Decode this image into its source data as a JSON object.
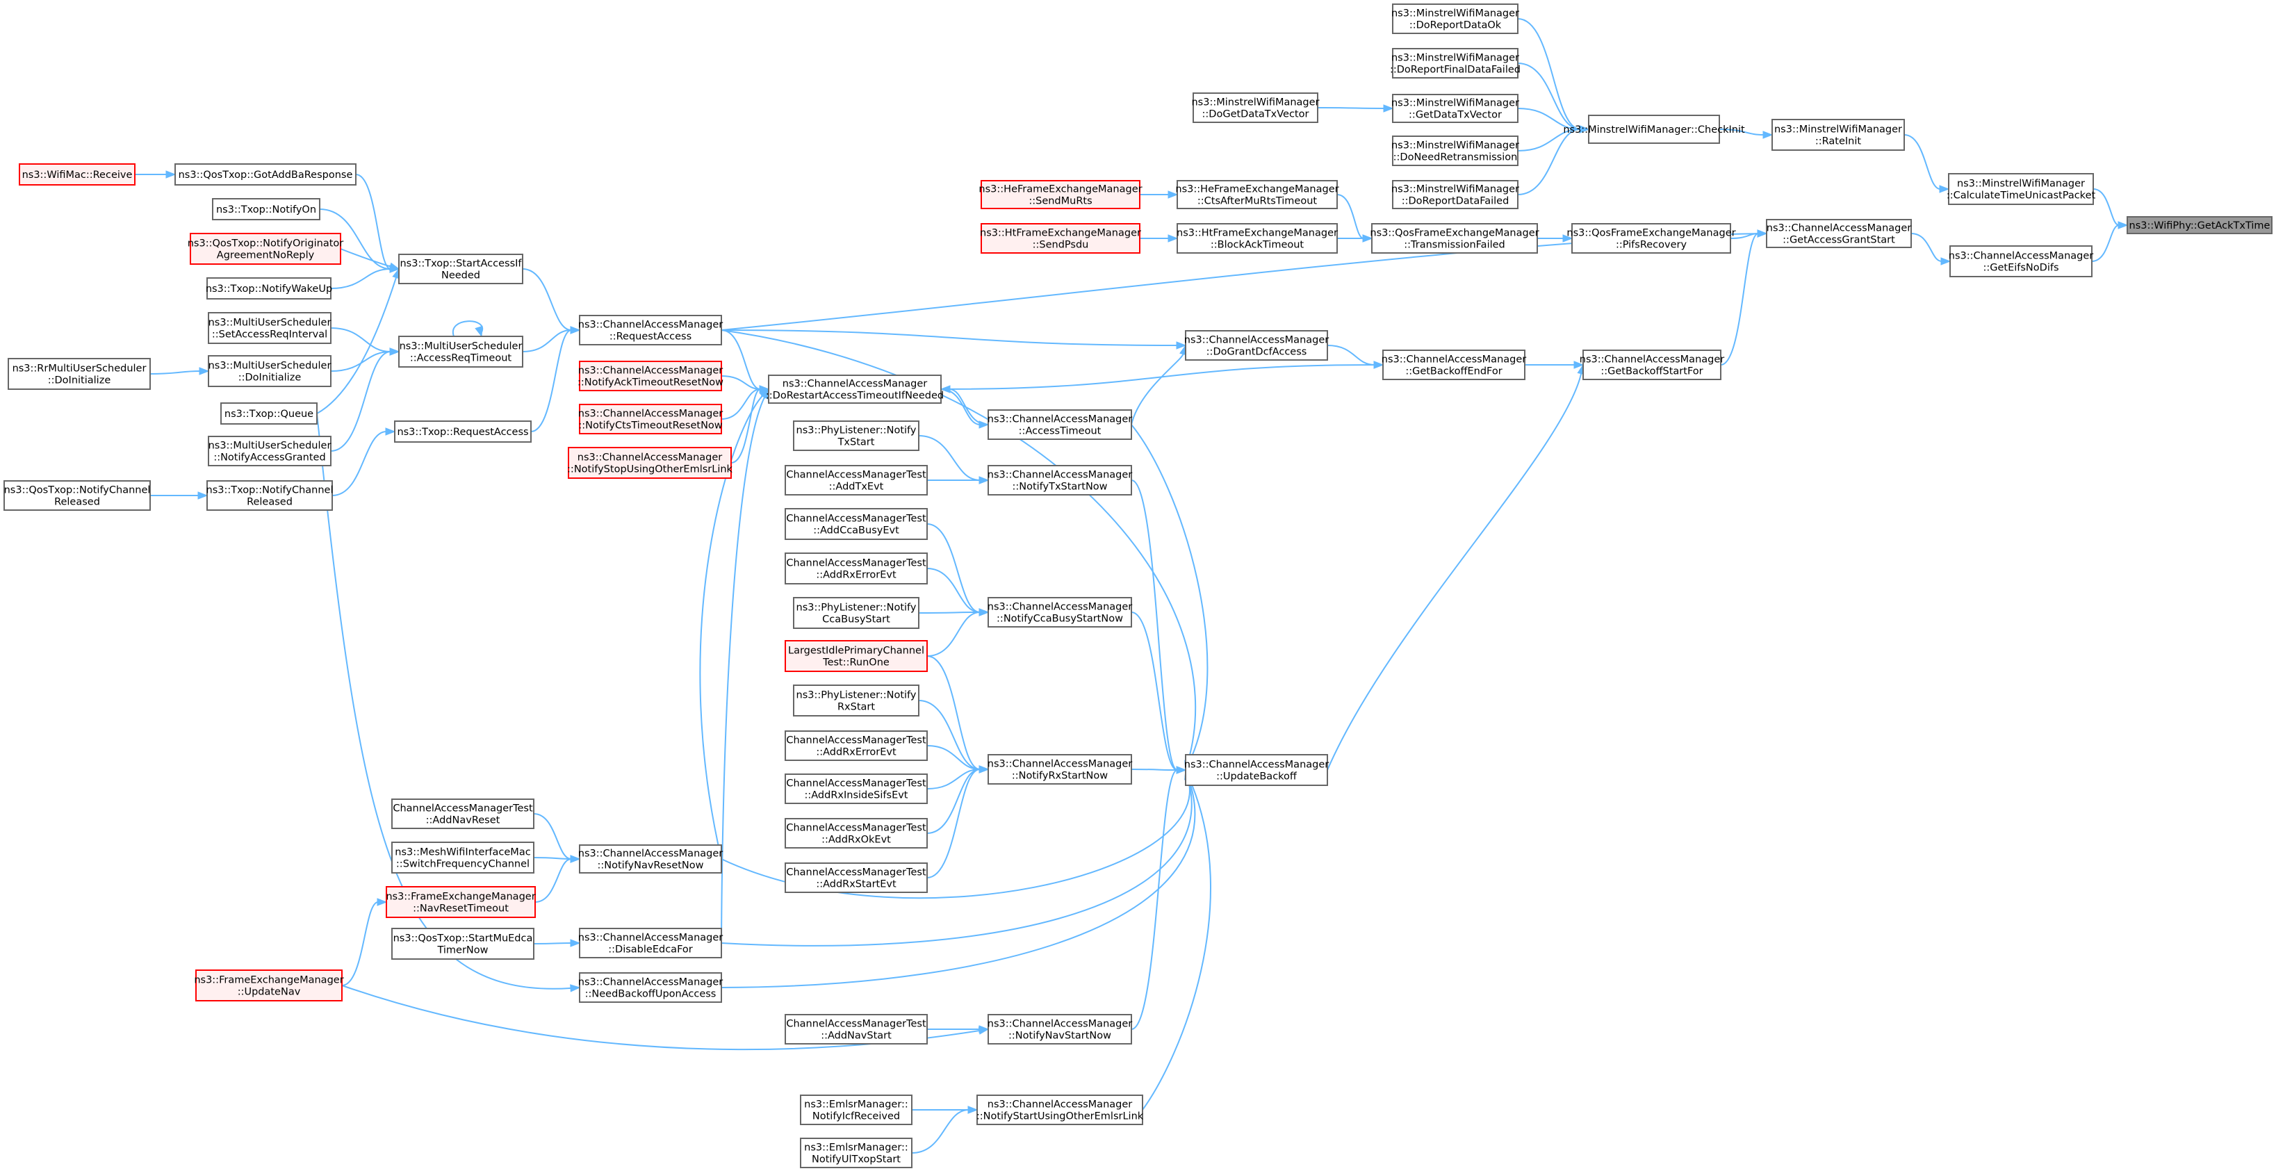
{
  "root_id": "n_getacktxtime",
  "nodes": [
    {
      "id": "n_getacktxtime",
      "lines": [
        "ns3::WifiPhy::GetAckTxTime"
      ],
      "style": "root"
    },
    {
      "id": "n_calctime",
      "lines": [
        "ns3::MinstrelWifiManager",
        "::CalculateTimeUnicastPacket"
      ],
      "style": "normal"
    },
    {
      "id": "n_geteifs",
      "lines": [
        "ns3::ChannelAccessManager",
        "::GetEifsNoDifs"
      ],
      "style": "normal"
    },
    {
      "id": "n_rateinit",
      "lines": [
        "ns3::MinstrelWifiManager",
        "::RateInit"
      ],
      "style": "normal"
    },
    {
      "id": "n_checkinit",
      "lines": [
        "ns3::MinstrelWifiManager::CheckInit"
      ],
      "style": "normal"
    },
    {
      "id": "n_reportdataok",
      "lines": [
        "ns3::MinstrelWifiManager",
        "::DoReportDataOk"
      ],
      "style": "normal"
    },
    {
      "id": "n_reportfinal",
      "lines": [
        "ns3::MinstrelWifiManager",
        "::DoReportFinalDataFailed"
      ],
      "style": "normal"
    },
    {
      "id": "n_getdatatx",
      "lines": [
        "ns3::MinstrelWifiManager",
        "::GetDataTxVector"
      ],
      "style": "normal"
    },
    {
      "id": "n_dogetdatatx",
      "lines": [
        "ns3::MinstrelWifiManager",
        "::DoGetDataTxVector"
      ],
      "style": "normal"
    },
    {
      "id": "n_needretrans",
      "lines": [
        "ns3::MinstrelWifiManager",
        "::DoNeedRetransmission"
      ],
      "style": "normal"
    },
    {
      "id": "n_reportdatafailed",
      "lines": [
        "ns3::MinstrelWifiManager",
        "::DoReportDataFailed"
      ],
      "style": "normal"
    },
    {
      "id": "n_getaccessgrant",
      "lines": [
        "ns3::ChannelAccessManager",
        "::GetAccessGrantStart"
      ],
      "style": "normal"
    },
    {
      "id": "n_getbackoffstart",
      "lines": [
        "ns3::ChannelAccessManager",
        "::GetBackoffStartFor"
      ],
      "style": "normal"
    },
    {
      "id": "n_pifsrecovery",
      "lines": [
        "ns3::QosFrameExchangeManager",
        "::PifsRecovery"
      ],
      "style": "normal"
    },
    {
      "id": "n_transfailed",
      "lines": [
        "ns3::QosFrameExchangeManager",
        "::TransmissionFailed"
      ],
      "style": "normal"
    },
    {
      "id": "n_ctsafter",
      "lines": [
        "ns3::HeFrameExchangeManager",
        "::CtsAfterMuRtsTimeout"
      ],
      "style": "normal"
    },
    {
      "id": "n_blockack",
      "lines": [
        "ns3::HtFrameExchangeManager",
        "::BlockAckTimeout"
      ],
      "style": "normal"
    },
    {
      "id": "n_sendmurts",
      "lines": [
        "ns3::HeFrameExchangeManager",
        "::SendMuRts"
      ],
      "style": "red"
    },
    {
      "id": "n_sendpsdu",
      "lines": [
        "ns3::HtFrameExchangeManager",
        "::SendPsdu"
      ],
      "style": "red"
    },
    {
      "id": "n_getbackoffend",
      "lines": [
        "ns3::ChannelAccessManager",
        "::GetBackoffEndFor"
      ],
      "style": "normal"
    },
    {
      "id": "n_dograntdcf",
      "lines": [
        "ns3::ChannelAccessManager",
        "::DoGrantDcfAccess"
      ],
      "style": "normal"
    },
    {
      "id": "n_updatebackoff",
      "lines": [
        "ns3::ChannelAccessManager",
        "::UpdateBackoff"
      ],
      "style": "normal"
    },
    {
      "id": "n_requestaccess",
      "lines": [
        "ns3::ChannelAccessManager",
        "::RequestAccess"
      ],
      "style": "normal"
    },
    {
      "id": "n_dorestart",
      "lines": [
        "ns3::ChannelAccessManager",
        "::DoRestartAccessTimeoutIfNeeded"
      ],
      "style": "normal"
    },
    {
      "id": "n_accesstimeout",
      "lines": [
        "ns3::ChannelAccessManager",
        "::AccessTimeout"
      ],
      "style": "normal"
    },
    {
      "id": "n_notifytx",
      "lines": [
        "ns3::ChannelAccessManager",
        "::NotifyTxStartNow"
      ],
      "style": "normal"
    },
    {
      "id": "n_notifycca",
      "lines": [
        "ns3::ChannelAccessManager",
        "::NotifyCcaBusyStartNow"
      ],
      "style": "normal"
    },
    {
      "id": "n_notifyrx",
      "lines": [
        "ns3::ChannelAccessManager",
        "::NotifyRxStartNow"
      ],
      "style": "normal"
    },
    {
      "id": "n_notifynavreset",
      "lines": [
        "ns3::ChannelAccessManager",
        "::NotifyNavResetNow"
      ],
      "style": "normal"
    },
    {
      "id": "n_disableedca",
      "lines": [
        "ns3::ChannelAccessManager",
        "::DisableEdcaFor"
      ],
      "style": "normal"
    },
    {
      "id": "n_needbackoff",
      "lines": [
        "ns3::ChannelAccessManager",
        "::NeedBackoffUponAccess"
      ],
      "style": "normal"
    },
    {
      "id": "n_notifynavstart",
      "lines": [
        "ns3::ChannelAccessManager",
        "::NotifyNavStartNow"
      ],
      "style": "normal"
    },
    {
      "id": "n_notifystartemlsr",
      "lines": [
        "ns3::ChannelAccessManager",
        "::NotifyStartUsingOtherEmlsrLink"
      ],
      "style": "normal"
    },
    {
      "id": "n_notifyackreset",
      "lines": [
        "ns3::ChannelAccessManager",
        "::NotifyAckTimeoutResetNow"
      ],
      "style": "red"
    },
    {
      "id": "n_notifyctsreset",
      "lines": [
        "ns3::ChannelAccessManager",
        "::NotifyCtsTimeoutResetNow"
      ],
      "style": "red"
    },
    {
      "id": "n_notifystopemlsr",
      "lines": [
        "ns3::ChannelAccessManager",
        "::NotifyStopUsingOtherEmlsrLink"
      ],
      "style": "red"
    },
    {
      "id": "n_phytxstart",
      "lines": [
        "ns3::PhyListener::Notify",
        "TxStart"
      ],
      "style": "normal"
    },
    {
      "id": "n_addtxevt",
      "lines": [
        "ChannelAccessManagerTest",
        "::AddTxEvt"
      ],
      "style": "normal"
    },
    {
      "id": "n_addccabusy",
      "lines": [
        "ChannelAccessManagerTest",
        "::AddCcaBusyEvt"
      ],
      "style": "normal"
    },
    {
      "id": "n_addrxerror1",
      "lines": [
        "ChannelAccessManagerTest",
        "::AddRxErrorEvt"
      ],
      "style": "normal"
    },
    {
      "id": "n_phyccabusy",
      "lines": [
        "ns3::PhyListener::Notify",
        "CcaBusyStart"
      ],
      "style": "normal"
    },
    {
      "id": "n_largestidle",
      "lines": [
        "LargestIdlePrimaryChannel",
        "Test::RunOne"
      ],
      "style": "red"
    },
    {
      "id": "n_phyrxstart",
      "lines": [
        "ns3::PhyListener::Notify",
        "RxStart"
      ],
      "style": "normal"
    },
    {
      "id": "n_addrxerror2",
      "lines": [
        "ChannelAccessManagerTest",
        "::AddRxErrorEvt"
      ],
      "style": "normal"
    },
    {
      "id": "n_addrxinside",
      "lines": [
        "ChannelAccessManagerTest",
        "::AddRxInsideSifsEvt"
      ],
      "style": "normal"
    },
    {
      "id": "n_addrxok",
      "lines": [
        "ChannelAccessManagerTest",
        "::AddRxOkEvt"
      ],
      "style": "normal"
    },
    {
      "id": "n_addrxstart",
      "lines": [
        "ChannelAccessManagerTest",
        "::AddRxStartEvt"
      ],
      "style": "normal"
    },
    {
      "id": "n_addnavreset",
      "lines": [
        "ChannelAccessManagerTest",
        "::AddNavReset"
      ],
      "style": "normal"
    },
    {
      "id": "n_meshswitch",
      "lines": [
        "ns3::MeshWifiInterfaceMac",
        "::SwitchFrequencyChannel"
      ],
      "style": "normal"
    },
    {
      "id": "n_navresettimeout",
      "lines": [
        "ns3::FrameExchangeManager",
        "::NavResetTimeout"
      ],
      "style": "red"
    },
    {
      "id": "n_startmuedca",
      "lines": [
        "ns3::QosTxop::StartMuEdca",
        "TimerNow"
      ],
      "style": "normal"
    },
    {
      "id": "n_updatenav",
      "lines": [
        "ns3::FrameExchangeManager",
        "::UpdateNav"
      ],
      "style": "red"
    },
    {
      "id": "n_addnavstart",
      "lines": [
        "ChannelAccessManagerTest",
        "::AddNavStart"
      ],
      "style": "normal"
    },
    {
      "id": "n_emlsricf",
      "lines": [
        "ns3::EmlsrManager::",
        "NotifyIcfReceived"
      ],
      "style": "normal"
    },
    {
      "id": "n_emlsrul",
      "lines": [
        "ns3::EmlsrManager::",
        "NotifyUlTxopStart"
      ],
      "style": "normal"
    },
    {
      "id": "n_startaccessif",
      "lines": [
        "ns3::Txop::StartAccessIf",
        "Needed"
      ],
      "style": "normal"
    },
    {
      "id": "n_gotaddba",
      "lines": [
        "ns3::QosTxop::GotAddBaResponse"
      ],
      "style": "normal"
    },
    {
      "id": "n_wifimacreceive",
      "lines": [
        "ns3::WifiMac::Receive"
      ],
      "style": "red"
    },
    {
      "id": "n_notifyon",
      "lines": [
        "ns3::Txop::NotifyOn"
      ],
      "style": "normal"
    },
    {
      "id": "n_notifyorig",
      "lines": [
        "ns3::QosTxop::NotifyOriginator",
        "AgreementNoReply"
      ],
      "style": "red"
    },
    {
      "id": "n_notifywakeup",
      "lines": [
        "ns3::Txop::NotifyWakeUp"
      ],
      "style": "normal"
    },
    {
      "id": "n_accessreqtimeout",
      "lines": [
        "ns3::MultiUserScheduler",
        "::AccessReqTimeout"
      ],
      "style": "normal"
    },
    {
      "id": "n_setaccessreq",
      "lines": [
        "ns3::MultiUserScheduler",
        "::SetAccessReqInterval"
      ],
      "style": "normal"
    },
    {
      "id": "n_doinitialize",
      "lines": [
        "ns3::MultiUserScheduler",
        "::DoInitialize"
      ],
      "style": "normal"
    },
    {
      "id": "n_rrdoinit",
      "lines": [
        "ns3::RrMultiUserScheduler",
        "::DoInitialize"
      ],
      "style": "normal"
    },
    {
      "id": "n_txopqueue",
      "lines": [
        "ns3::Txop::Queue"
      ],
      "style": "normal"
    },
    {
      "id": "n_notifyaccessgranted",
      "lines": [
        "ns3::MultiUserScheduler",
        "::NotifyAccessGranted"
      ],
      "style": "normal"
    },
    {
      "id": "n_txoprequest",
      "lines": [
        "ns3::Txop::RequestAccess"
      ],
      "style": "normal"
    },
    {
      "id": "n_txopnotifychan",
      "lines": [
        "ns3::Txop::NotifyChannel",
        "Released"
      ],
      "style": "normal"
    },
    {
      "id": "n_qostxopnotifychan",
      "lines": [
        "ns3::QosTxop::NotifyChannel",
        "Released"
      ],
      "style": "normal"
    }
  ],
  "edges": [
    [
      "n_calctime",
      "n_getacktxtime"
    ],
    [
      "n_geteifs",
      "n_getacktxtime"
    ],
    [
      "n_rateinit",
      "n_calctime"
    ],
    [
      "n_checkinit",
      "n_rateinit"
    ],
    [
      "n_reportdataok",
      "n_checkinit"
    ],
    [
      "n_reportfinal",
      "n_checkinit"
    ],
    [
      "n_getdatatx",
      "n_checkinit"
    ],
    [
      "n_needretrans",
      "n_checkinit"
    ],
    [
      "n_reportdatafailed",
      "n_checkinit"
    ],
    [
      "n_dogetdatatx",
      "n_getdatatx"
    ],
    [
      "n_getaccessgrant",
      "n_geteifs"
    ],
    [
      "n_pifsrecovery",
      "n_getaccessgrant"
    ],
    [
      "n_getbackoffstart",
      "n_getaccessgrant"
    ],
    [
      "n_requestaccess",
      "n_getaccessgrant"
    ],
    [
      "n_transfailed",
      "n_pifsrecovery"
    ],
    [
      "n_ctsafter",
      "n_transfailed"
    ],
    [
      "n_blockack",
      "n_transfailed"
    ],
    [
      "n_sendmurts",
      "n_ctsafter"
    ],
    [
      "n_sendpsdu",
      "n_blockack"
    ],
    [
      "n_getbackoffend",
      "n_getbackoffstart"
    ],
    [
      "n_updatebackoff",
      "n_getbackoffstart"
    ],
    [
      "n_dograntdcf",
      "n_getbackoffend"
    ],
    [
      "n_dorestart",
      "n_getbackoffend"
    ],
    [
      "n_accesstimeout",
      "n_dograntdcf"
    ],
    [
      "n_requestaccess",
      "n_dograntdcf"
    ],
    [
      "n_accesstimeout",
      "n_dorestart"
    ],
    [
      "n_requestaccess",
      "n_dorestart"
    ],
    [
      "n_notifyackreset",
      "n_dorestart"
    ],
    [
      "n_notifyctsreset",
      "n_dorestart"
    ],
    [
      "n_notifystopemlsr",
      "n_dorestart"
    ],
    [
      "n_notifynavreset",
      "n_dorestart"
    ],
    [
      "n_disableedca",
      "n_dorestart"
    ],
    [
      "n_dorestart",
      "n_accesstimeout"
    ],
    [
      "n_notifytx",
      "n_updatebackoff"
    ],
    [
      "n_notifycca",
      "n_updatebackoff"
    ],
    [
      "n_notifyrx",
      "n_updatebackoff"
    ],
    [
      "n_accesstimeout",
      "n_updatebackoff"
    ],
    [
      "n_requestaccess",
      "n_updatebackoff"
    ],
    [
      "n_notifynavreset",
      "n_updatebackoff"
    ],
    [
      "n_disableedca",
      "n_updatebackoff"
    ],
    [
      "n_needbackoff",
      "n_updatebackoff"
    ],
    [
      "n_notifynavstart",
      "n_updatebackoff"
    ],
    [
      "n_notifystartemlsr",
      "n_updatebackoff"
    ],
    [
      "n_phytxstart",
      "n_notifytx"
    ],
    [
      "n_addtxevt",
      "n_notifytx"
    ],
    [
      "n_addccabusy",
      "n_notifycca"
    ],
    [
      "n_addrxerror1",
      "n_notifycca"
    ],
    [
      "n_phyccabusy",
      "n_notifycca"
    ],
    [
      "n_largestidle",
      "n_notifycca"
    ],
    [
      "n_largestidle",
      "n_notifyrx"
    ],
    [
      "n_phyrxstart",
      "n_notifyrx"
    ],
    [
      "n_addrxerror2",
      "n_notifyrx"
    ],
    [
      "n_addrxinside",
      "n_notifyrx"
    ],
    [
      "n_addrxok",
      "n_notifyrx"
    ],
    [
      "n_addrxstart",
      "n_notifyrx"
    ],
    [
      "n_addnavreset",
      "n_notifynavreset"
    ],
    [
      "n_meshswitch",
      "n_notifynavreset"
    ],
    [
      "n_navresettimeout",
      "n_notifynavreset"
    ],
    [
      "n_startmuedca",
      "n_disableedca"
    ],
    [
      "n_txopqueue",
      "n_needbackoff"
    ],
    [
      "n_updatenav",
      "n_notifynavstart"
    ],
    [
      "n_addnavstart",
      "n_notifynavstart"
    ],
    [
      "n_emlsricf",
      "n_notifystartemlsr"
    ],
    [
      "n_emlsrul",
      "n_notifystartemlsr"
    ],
    [
      "n_updatenav",
      "n_navresettimeout"
    ],
    [
      "n_startaccessif",
      "n_requestaccess"
    ],
    [
      "n_accessreqtimeout",
      "n_requestaccess"
    ],
    [
      "n_txoprequest",
      "n_requestaccess"
    ],
    [
      "n_gotaddba",
      "n_startaccessif"
    ],
    [
      "n_notifyon",
      "n_startaccessif"
    ],
    [
      "n_notifyorig",
      "n_startaccessif"
    ],
    [
      "n_notifywakeup",
      "n_startaccessif"
    ],
    [
      "n_txopqueue",
      "n_startaccessif"
    ],
    [
      "n_wifimacreceive",
      "n_gotaddba"
    ],
    [
      "n_accessreqtimeout",
      "n_accessreqtimeout"
    ],
    [
      "n_setaccessreq",
      "n_accessreqtimeout"
    ],
    [
      "n_doinitialize",
      "n_accessreqtimeout"
    ],
    [
      "n_notifyaccessgranted",
      "n_accessreqtimeout"
    ],
    [
      "n_rrdoinit",
      "n_doinitialize"
    ],
    [
      "n_txopnotifychan",
      "n_txoprequest"
    ],
    [
      "n_qostxopnotifychan",
      "n_txopnotifychan"
    ]
  ]
}
